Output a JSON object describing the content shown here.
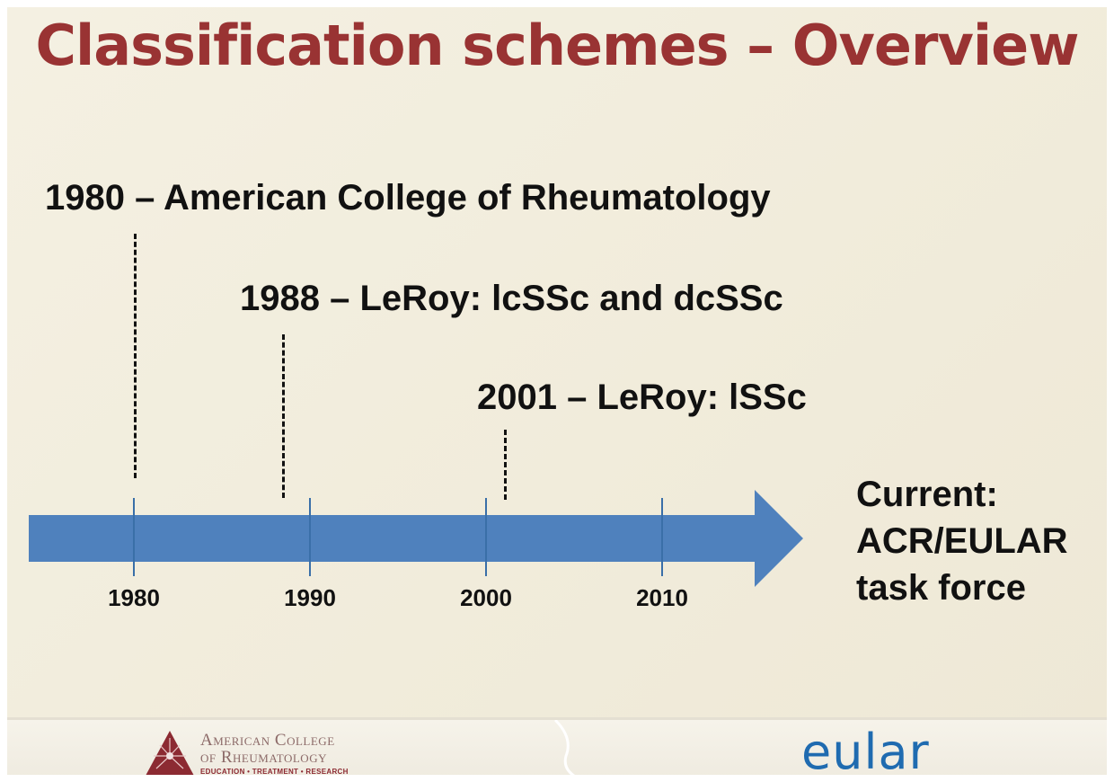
{
  "title": "Classification schemes – Overview",
  "events": [
    {
      "label": "1980 – American College of Rheumatology",
      "year": 1980
    },
    {
      "label": "1988 – LeRoy: lcSSc and dcSSc",
      "year": 1988
    },
    {
      "label": "2001 – LeRoy: lSSc",
      "year": 2001
    }
  ],
  "timeline": {
    "ticks": [
      "1980",
      "1990",
      "2000",
      "2010"
    ],
    "arrow_color": "#4f81bd"
  },
  "current": {
    "line1": "Current:",
    "line2": "ACR/EULAR",
    "line3": "task force"
  },
  "footer": {
    "acr_line1": "American College",
    "acr_line2": "of Rheumatology",
    "acr_line3": "EDUCATION • TREATMENT • RESEARCH",
    "eular": "eular"
  },
  "colors": {
    "title": "#993333",
    "background": "#f2eddd",
    "eular": "#1f6bb0",
    "acr": "#8c2a32"
  }
}
